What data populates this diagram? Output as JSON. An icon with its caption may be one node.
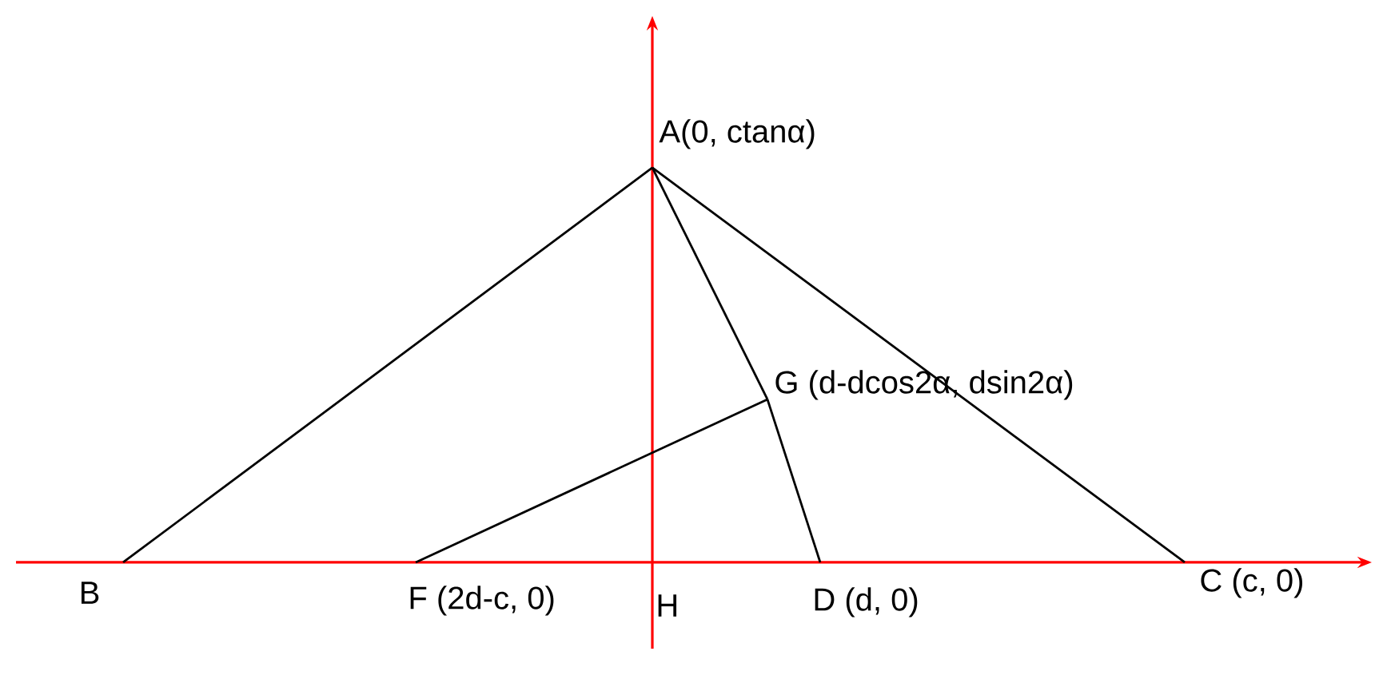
{
  "diagram": {
    "nodes": [
      {
        "text": [
          "A(0, ctanα)"
        ]
      },
      {
        "text": [
          "B"
        ]
      },
      {
        "text": [
          "F (2d-c, 0)"
        ]
      },
      {
        "text": [
          "H"
        ]
      },
      {
        "text": [
          "D (d, 0)"
        ]
      },
      {
        "text": [
          "C  (c, 0)"
        ]
      },
      {
        "text": [
          "G (d-dcos2α, dsin2α)"
        ]
      }
    ],
    "edges": [
      {
        "from": 0,
        "to": 1,
        "arrow": "none"
      },
      {
        "from": 0,
        "to": 5,
        "arrow": "none"
      },
      {
        "from": 0,
        "to": 6,
        "arrow": "none"
      },
      {
        "from": 6,
        "to": 4,
        "arrow": "none"
      },
      {
        "from": 2,
        "to": 6,
        "arrow": "none"
      }
    ]
  }
}
